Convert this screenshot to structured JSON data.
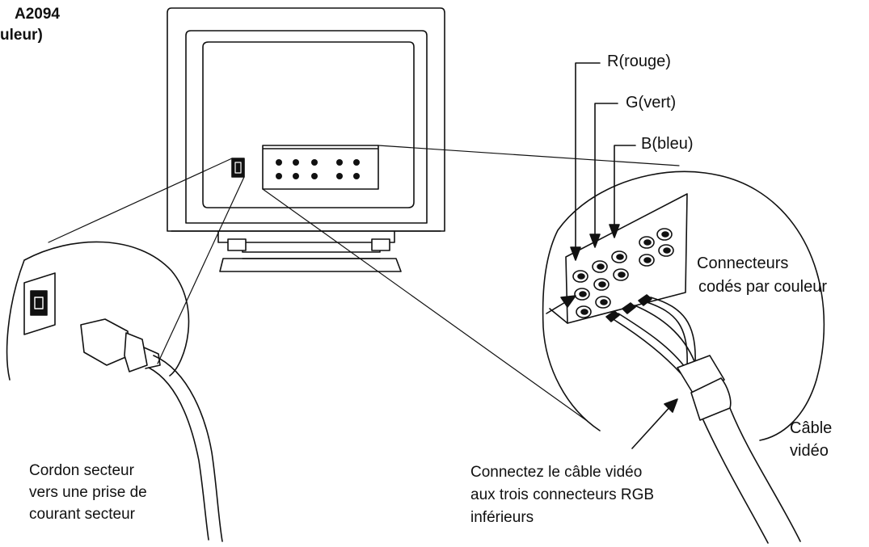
{
  "title": {
    "line1": "A2094",
    "line2": "uleur)"
  },
  "labels": {
    "red": "R(rouge)",
    "green": "G(vert)",
    "blue": "B(bleu)",
    "connectors_line1": "Connecteurs",
    "connectors_line2": "codés par couleur",
    "cable_line1": "Câble",
    "cable_line2": "vidéo",
    "power_line1": "Cordon secteur",
    "power_line2": "vers une prise de",
    "power_line3": "courant secteur",
    "connect_line1": "Connectez le câble vidéo",
    "connect_line2": "aux trois connecteurs RGB",
    "connect_line3": "inférieurs"
  },
  "colors": {
    "ink": "#111111",
    "background": "#ffffff"
  }
}
